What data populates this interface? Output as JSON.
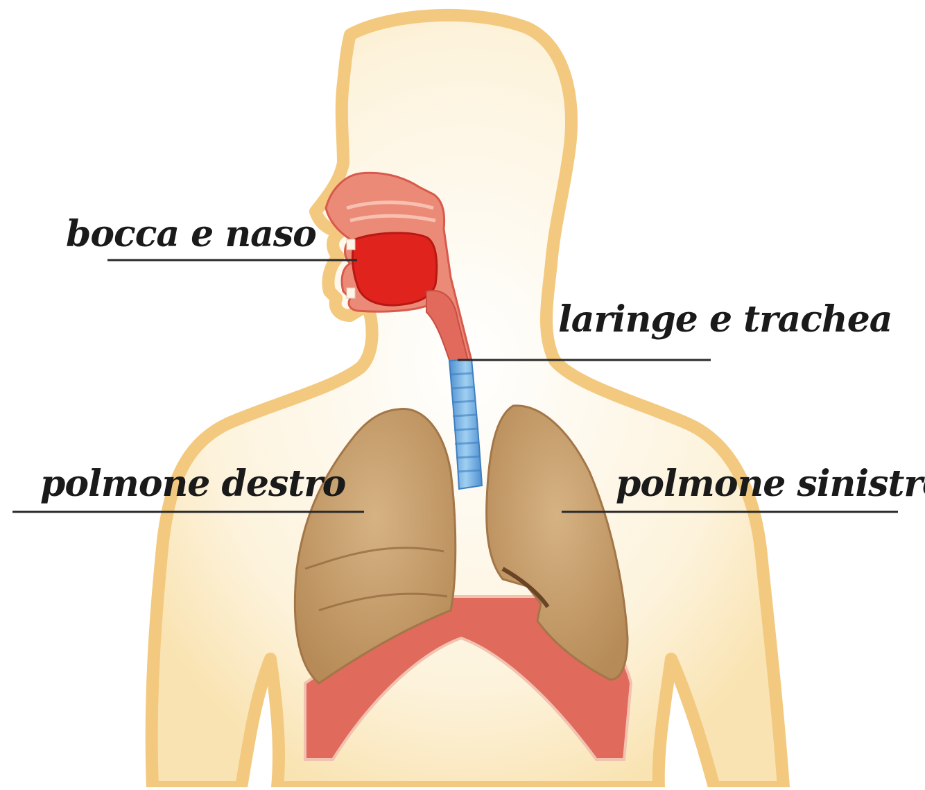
{
  "labels": {
    "mouth_nose": "bocca e naso",
    "larynx_trachea": "laringe e trachea",
    "right_lung": "polmone destro",
    "left_lung": "polmone sinistro"
  },
  "colors": {
    "skin_fill": "#fdf1d6",
    "skin_outline": "#f2c980",
    "mouth_cavity": "#e0231c",
    "nasal_tissue": "#ec8a78",
    "trachea": "#6aaee0",
    "lung": "#c8a06e",
    "diaphragm": "#e06a5c",
    "leader_line": "#2a2a2a",
    "label_text": "#1a1a1a"
  }
}
